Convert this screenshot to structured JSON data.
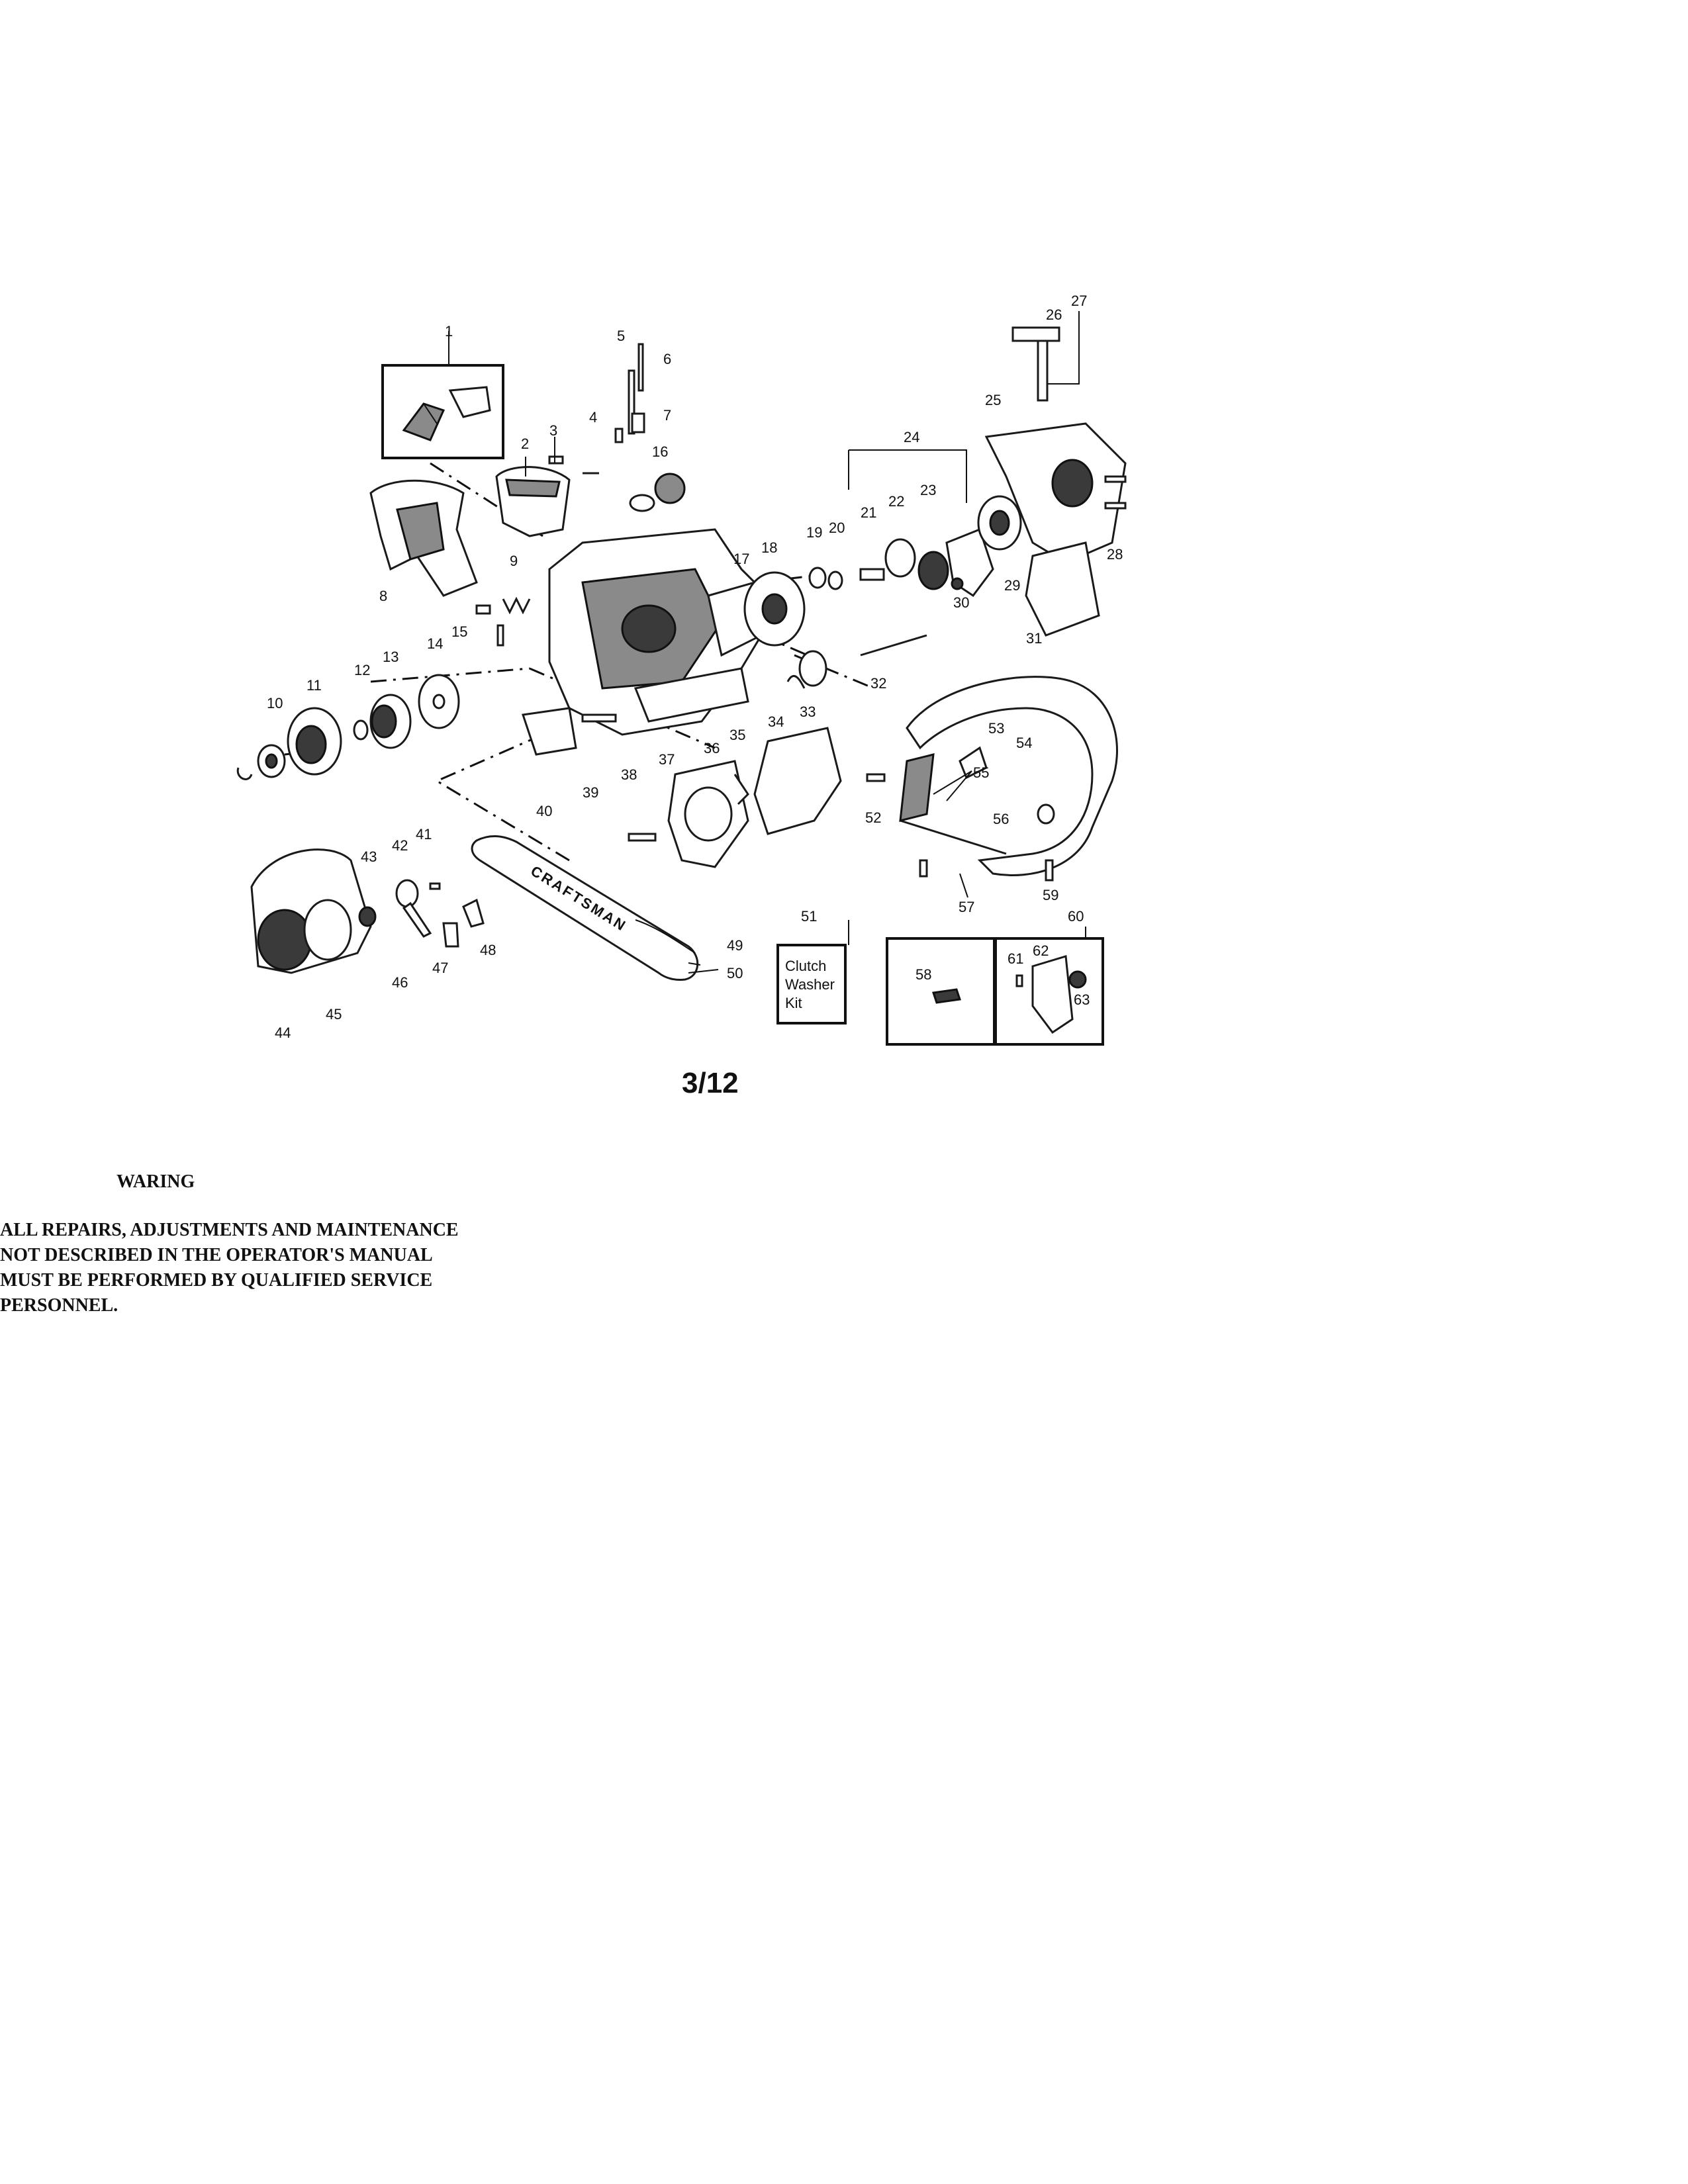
{
  "diagram": {
    "callouts": [
      "1",
      "2",
      "3",
      "4",
      "5",
      "6",
      "7",
      "8",
      "9",
      "10",
      "11",
      "12",
      "13",
      "14",
      "15",
      "16",
      "17",
      "18",
      "19",
      "20",
      "21",
      "22",
      "23",
      "24",
      "25",
      "26",
      "27",
      "28",
      "29",
      "30",
      "31",
      "32",
      "33",
      "34",
      "35",
      "36",
      "37",
      "38",
      "39",
      "40",
      "41",
      "42",
      "43",
      "44",
      "45",
      "46",
      "47",
      "48",
      "49",
      "50",
      "51",
      "52",
      "53",
      "54",
      "55",
      "56",
      "57",
      "58",
      "59",
      "60",
      "61",
      "62",
      "63"
    ],
    "bar_brand": "CRAFTSMAN",
    "kit_label": [
      "Clutch",
      "Washer",
      "Kit"
    ]
  },
  "page_number": "3/12",
  "warning": {
    "title": "WARING",
    "lines": [
      "ALL REPAIRS, ADJUSTMENTS AND MAINTENANCE",
      "NOT DESCRIBED IN THE OPERATOR'S MANUAL",
      "MUST BE PERFORMED BY QUALIFIED SERVICE",
      "PERSONNEL."
    ]
  }
}
